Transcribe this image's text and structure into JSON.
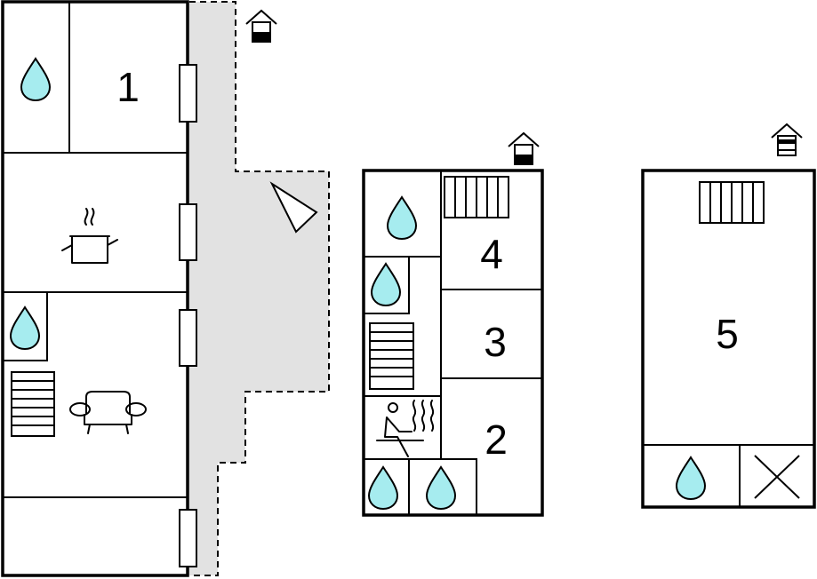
{
  "rooms": {
    "room_1": "1",
    "room_2": "2",
    "room_3": "3",
    "room_4": "4",
    "room_5": "5"
  },
  "icons": [
    "water-drop-icon",
    "cooking-pot-icon",
    "sofa-icon",
    "stairs-icon",
    "sauna-icon",
    "radiator-icon",
    "entrance-house-icon",
    "north-arrow-icon",
    "cross-icon"
  ],
  "colors": {
    "water": "#a6ecef",
    "terrace": "#e2e2e2",
    "line": "#000000",
    "background": "#ffffff"
  }
}
